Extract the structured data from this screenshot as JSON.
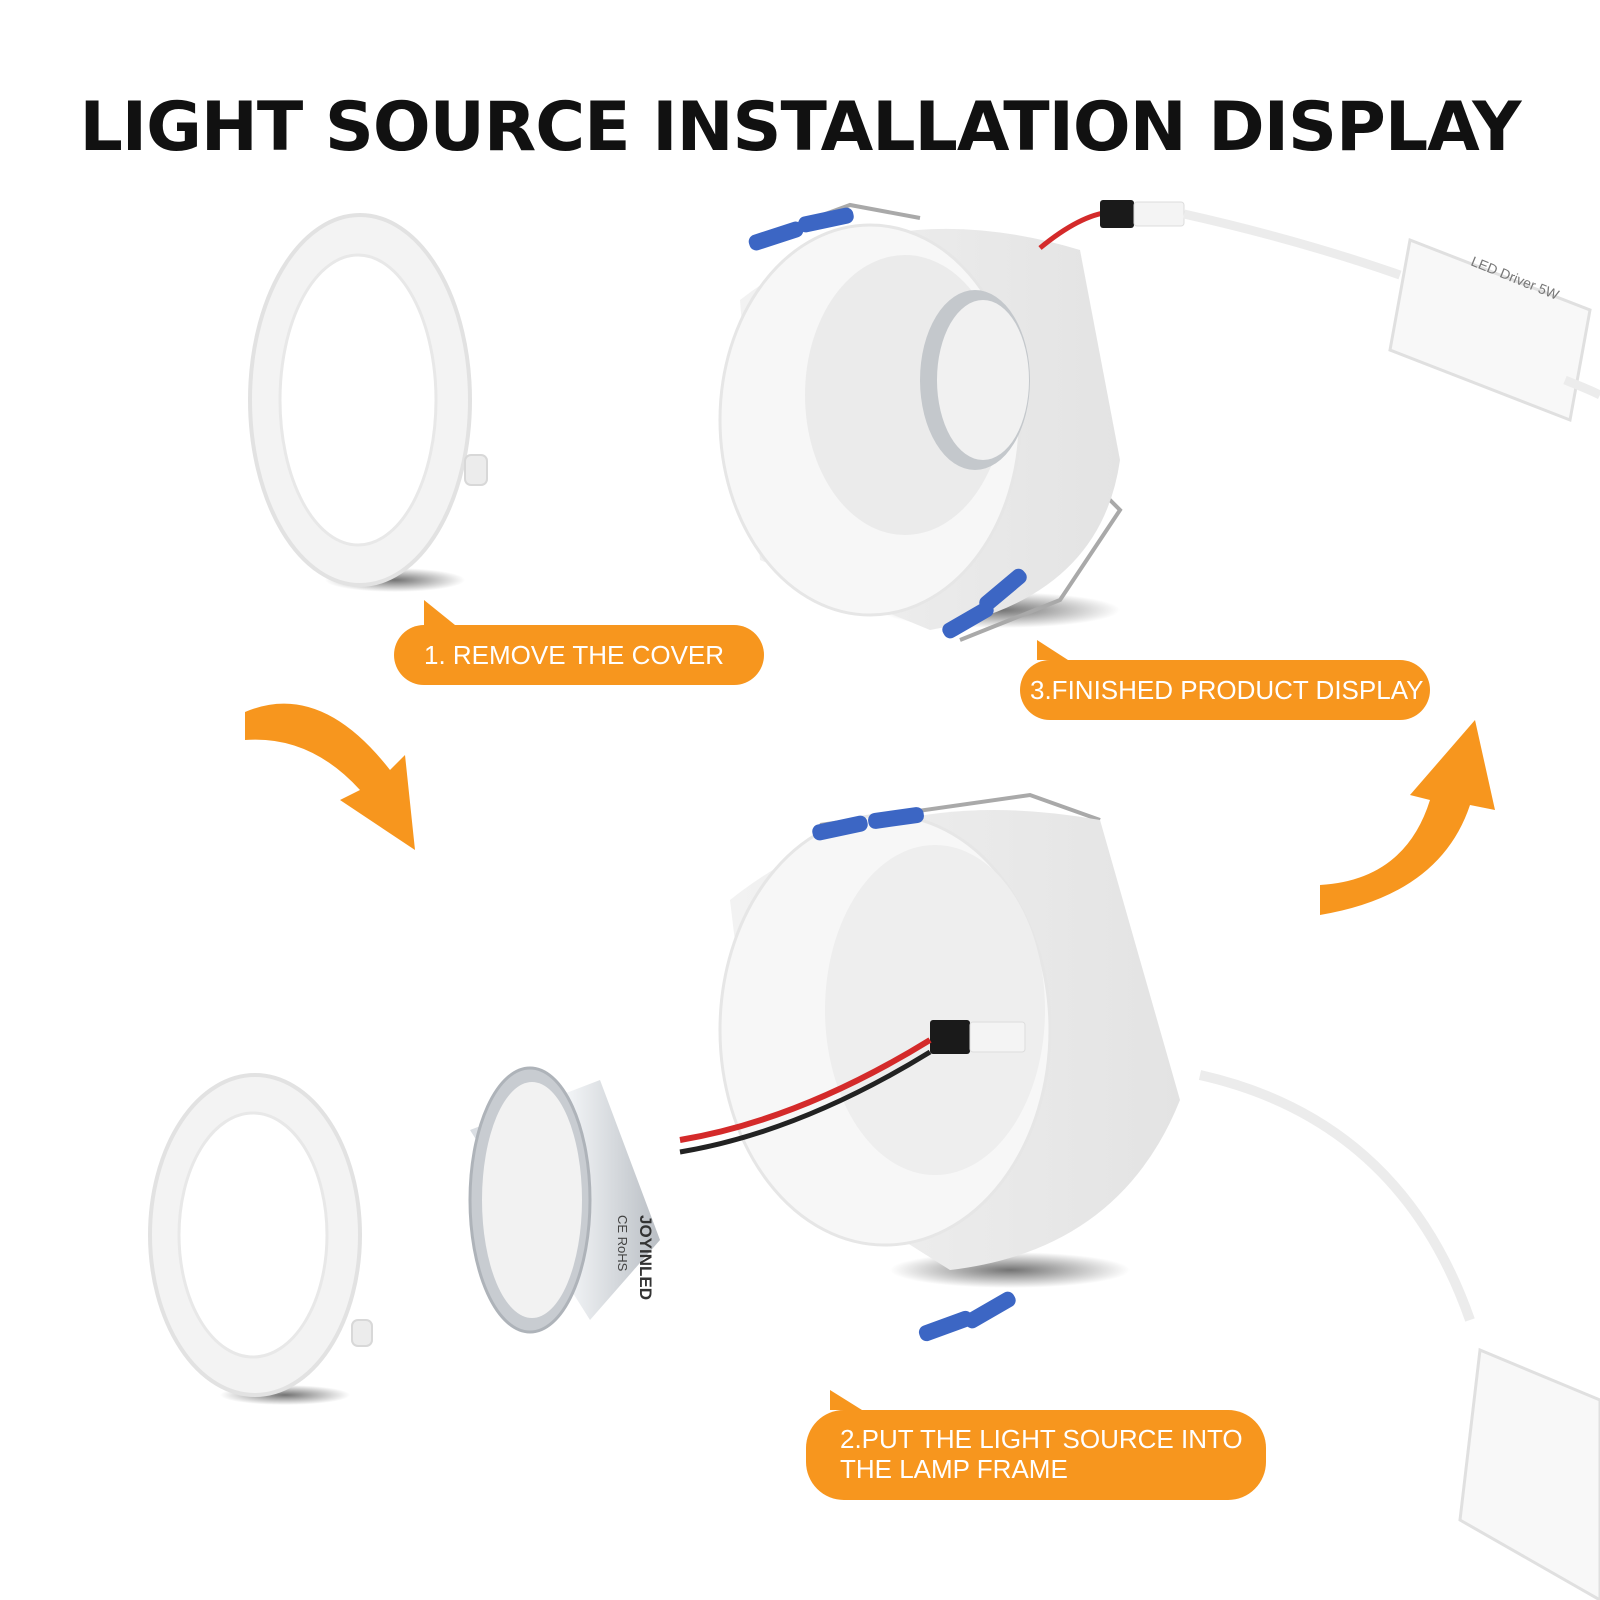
{
  "title": "LIGHT SOURCE INSTALLATION DISPLAY",
  "steps": [
    {
      "label": "1. REMOVE THE COVER"
    },
    {
      "label": "3.FINISHED PRODUCT DISPLAY"
    },
    {
      "label_line1": "2.PUT THE LIGHT SOURCE INTO",
      "label_line2": "THE LAMP FRAME"
    }
  ],
  "colors": {
    "accent": "#F7961E",
    "wire_red": "#D42A2A",
    "clip_blue": "#3C66C4"
  },
  "product": {
    "brand": "JOYINLED",
    "certifications": "CE RoHS",
    "driver_label": "LED Driver 5W"
  }
}
